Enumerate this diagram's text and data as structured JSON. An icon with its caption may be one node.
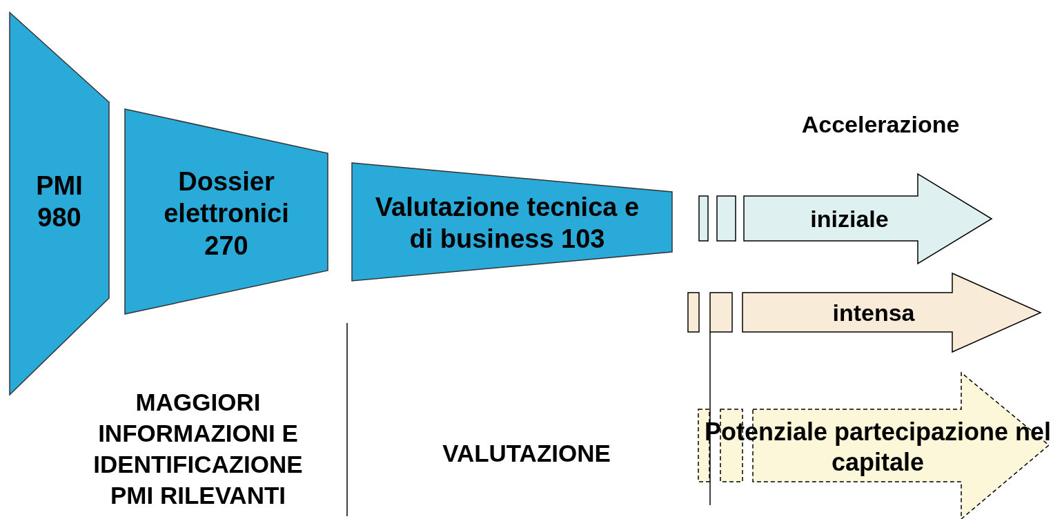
{
  "diagram": {
    "nodes": [
      {
        "text": [
          "PMI 980"
        ]
      },
      {
        "text": [
          "Dossier elettronici 270"
        ]
      },
      {
        "text": [
          "Valutazione tecnica e di business 103"
        ]
      },
      {
        "text": [
          "iniziale"
        ]
      },
      {
        "text": [
          "intensa"
        ]
      },
      {
        "text": [
          "Potenziale partecipazione nel capitale"
        ]
      }
    ],
    "labels": [
      "Accelerazione",
      "MAGGIORI INFORMAZIONI E IDENTIFICAZIONE PMI RILEVANTI",
      "VALUTAZIONE"
    ]
  }
}
